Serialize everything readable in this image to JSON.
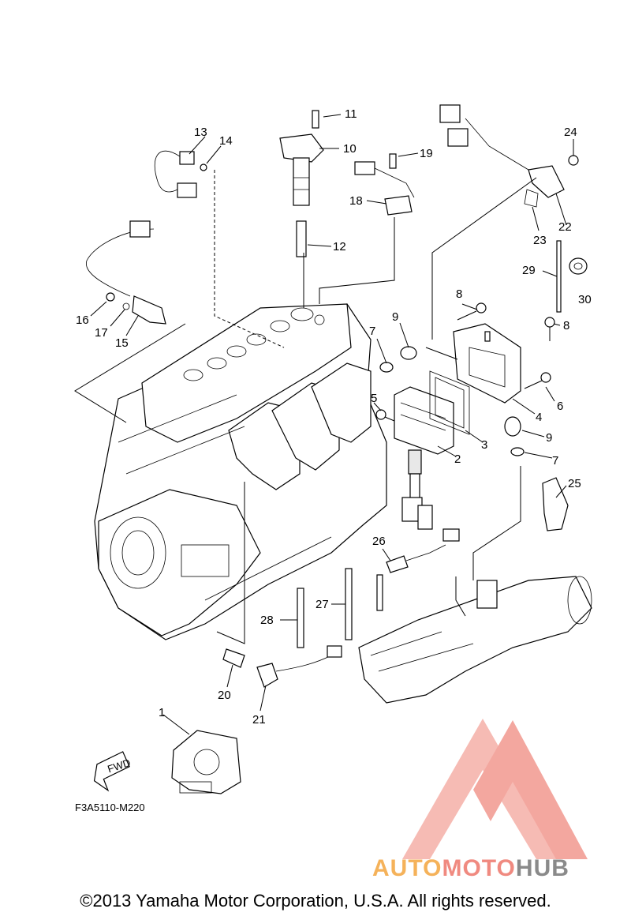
{
  "drawing": {
    "reference_code": "F3A5110-M220",
    "fwd_label": "FWD",
    "callouts": [
      {
        "id": "c1",
        "label": "1"
      },
      {
        "id": "c2",
        "label": "2"
      },
      {
        "id": "c3",
        "label": "3"
      },
      {
        "id": "c4",
        "label": "4"
      },
      {
        "id": "c5",
        "label": "5"
      },
      {
        "id": "c6",
        "label": "6"
      },
      {
        "id": "c7a",
        "label": "7"
      },
      {
        "id": "c7b",
        "label": "7"
      },
      {
        "id": "c8a",
        "label": "8"
      },
      {
        "id": "c8b",
        "label": "8"
      },
      {
        "id": "c9a",
        "label": "9"
      },
      {
        "id": "c9b",
        "label": "9"
      },
      {
        "id": "c10",
        "label": "10"
      },
      {
        "id": "c11",
        "label": "11"
      },
      {
        "id": "c12",
        "label": "12"
      },
      {
        "id": "c13",
        "label": "13"
      },
      {
        "id": "c14",
        "label": "14"
      },
      {
        "id": "c15",
        "label": "15"
      },
      {
        "id": "c16",
        "label": "16"
      },
      {
        "id": "c17",
        "label": "17"
      },
      {
        "id": "c18",
        "label": "18"
      },
      {
        "id": "c19",
        "label": "19"
      },
      {
        "id": "c20",
        "label": "20"
      },
      {
        "id": "c21",
        "label": "21"
      },
      {
        "id": "c22",
        "label": "22"
      },
      {
        "id": "c23",
        "label": "23"
      },
      {
        "id": "c24",
        "label": "24"
      },
      {
        "id": "c25",
        "label": "25"
      },
      {
        "id": "c26",
        "label": "26"
      },
      {
        "id": "c27",
        "label": "27"
      },
      {
        "id": "c28",
        "label": "28"
      },
      {
        "id": "c29",
        "label": "29"
      },
      {
        "id": "c30",
        "label": "30"
      }
    ]
  },
  "watermark": {
    "part1": "AUTO",
    "part2": "MOTO",
    "part3": "HUB",
    "color_orange": "#f5b25a",
    "color_red": "#f08a80",
    "color_gray": "#8a8a8a"
  },
  "footer": {
    "copyright": "©2013 Yamaha Motor Corporation, U.S.A. All rights reserved."
  }
}
